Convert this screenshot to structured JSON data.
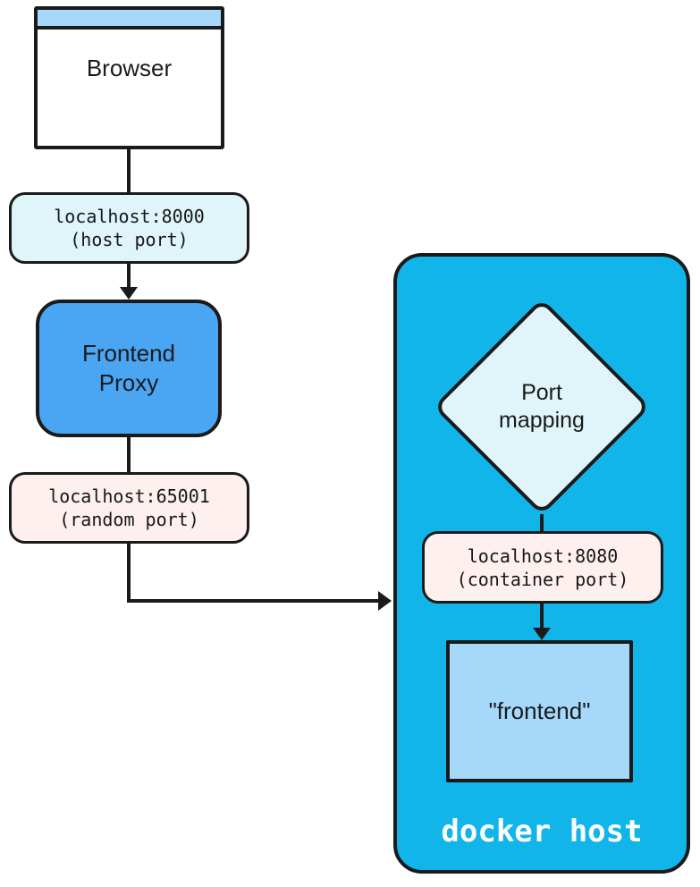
{
  "diagram": {
    "nodes": {
      "browser": {
        "title": "Browser"
      },
      "host_port": {
        "address": "localhost:8000",
        "note": "(host port)"
      },
      "frontend_proxy": {
        "line1": "Frontend",
        "line2": "Proxy"
      },
      "random_port": {
        "address": "localhost:65001",
        "note": "(random port)"
      },
      "port_mapping": {
        "line1": "Port",
        "line2": "mapping"
      },
      "container_port": {
        "address": "localhost:8080",
        "note": "(container port)"
      },
      "frontend_container": {
        "label": "\"frontend\""
      },
      "docker_host": {
        "label": "docker host"
      }
    },
    "colors": {
      "ink": "#1a1a1a",
      "window_header_blue": "#a6d8fa",
      "proxy_blue": "#4aa5f3",
      "light_cyan": "#dff5fa",
      "light_pink": "#fdf0ee",
      "docker_cyan": "#11b5e9",
      "container_blue": "#a6d8fa",
      "white": "#ffffff"
    }
  }
}
